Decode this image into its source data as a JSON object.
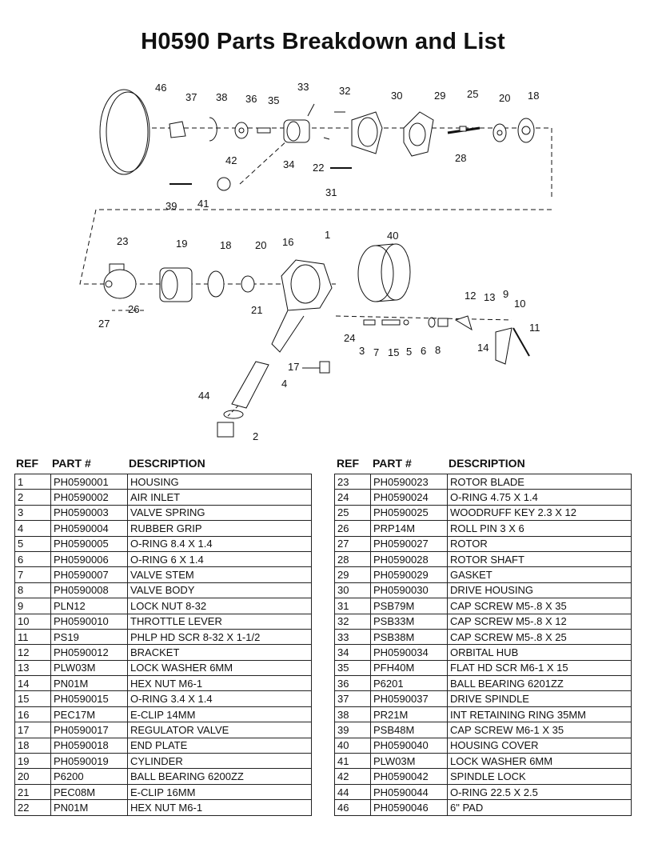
{
  "title": "H0590 Parts Breakdown and List",
  "diagram": {
    "callouts": [
      "46",
      "37",
      "38",
      "36",
      "35",
      "33",
      "32",
      "30",
      "29",
      "25",
      "20",
      "18",
      "42",
      "34",
      "22",
      "28",
      "31",
      "39",
      "41",
      "23",
      "19",
      "18",
      "20",
      "16",
      "1",
      "40",
      "27",
      "26",
      "21",
      "12",
      "13",
      "9",
      "10",
      "11",
      "24",
      "3",
      "7",
      "15",
      "5",
      "6",
      "8",
      "14",
      "17",
      "4",
      "44",
      "2"
    ]
  },
  "table_headers": {
    "ref": "REF",
    "part": "PART #",
    "description": "DESCRIPTION"
  },
  "parts_left": [
    {
      "ref": "1",
      "part": "PH0590001",
      "desc": "HOUSING"
    },
    {
      "ref": "2",
      "part": "PH0590002",
      "desc": "AIR INLET"
    },
    {
      "ref": "3",
      "part": "PH0590003",
      "desc": "VALVE SPRING"
    },
    {
      "ref": "4",
      "part": "PH0590004",
      "desc": "RUBBER GRIP"
    },
    {
      "ref": "5",
      "part": "PH0590005",
      "desc": "O-RING 8.4 X 1.4"
    },
    {
      "ref": "6",
      "part": "PH0590006",
      "desc": "O-RING 6 X 1.4"
    },
    {
      "ref": "7",
      "part": "PH0590007",
      "desc": "VALVE STEM"
    },
    {
      "ref": "8",
      "part": "PH0590008",
      "desc": "VALVE BODY"
    },
    {
      "ref": "9",
      "part": "PLN12",
      "desc": "LOCK NUT 8-32"
    },
    {
      "ref": "10",
      "part": "PH0590010",
      "desc": "THROTTLE LEVER"
    },
    {
      "ref": "11",
      "part": "PS19",
      "desc": "PHLP HD SCR 8-32 X 1-1/2"
    },
    {
      "ref": "12",
      "part": "PH0590012",
      "desc": "BRACKET"
    },
    {
      "ref": "13",
      "part": "PLW03M",
      "desc": "LOCK WASHER 6MM"
    },
    {
      "ref": "14",
      "part": "PN01M",
      "desc": "HEX NUT M6-1"
    },
    {
      "ref": "15",
      "part": "PH0590015",
      "desc": "O-RING  3.4 X 1.4"
    },
    {
      "ref": "16",
      "part": "PEC17M",
      "desc": "E-CLIP 14MM"
    },
    {
      "ref": "17",
      "part": "PH0590017",
      "desc": "REGULATOR VALVE"
    },
    {
      "ref": "18",
      "part": "PH0590018",
      "desc": "END PLATE"
    },
    {
      "ref": "19",
      "part": "PH0590019",
      "desc": "CYLINDER"
    },
    {
      "ref": "20",
      "part": "P6200",
      "desc": "BALL BEARING 6200ZZ"
    },
    {
      "ref": "21",
      "part": "PEC08M",
      "desc": "E-CLIP 16MM"
    },
    {
      "ref": "22",
      "part": "PN01M",
      "desc": "HEX NUT M6-1"
    }
  ],
  "parts_right": [
    {
      "ref": "23",
      "part": "PH0590023",
      "desc": "ROTOR BLADE"
    },
    {
      "ref": "24",
      "part": "PH0590024",
      "desc": "O-RING 4.75 X 1.4"
    },
    {
      "ref": "25",
      "part": "PH0590025",
      "desc": "WOODRUFF KEY 2.3 X 12"
    },
    {
      "ref": "26",
      "part": "PRP14M",
      "desc": "ROLL PIN 3 X 6"
    },
    {
      "ref": "27",
      "part": "PH0590027",
      "desc": "ROTOR"
    },
    {
      "ref": "28",
      "part": "PH0590028",
      "desc": "ROTOR SHAFT"
    },
    {
      "ref": "29",
      "part": "PH0590029",
      "desc": "GASKET"
    },
    {
      "ref": "30",
      "part": "PH0590030",
      "desc": "DRIVE HOUSING"
    },
    {
      "ref": "31",
      "part": "PSB79M",
      "desc": "CAP SCREW M5-.8 X 35"
    },
    {
      "ref": "32",
      "part": "PSB33M",
      "desc": "CAP SCREW M5-.8 X 12"
    },
    {
      "ref": "33",
      "part": "PSB38M",
      "desc": "CAP SCREW M5-.8 X 25"
    },
    {
      "ref": "34",
      "part": "PH0590034",
      "desc": "ORBITAL HUB"
    },
    {
      "ref": "35",
      "part": "PFH40M",
      "desc": "FLAT HD SCR M6-1 X 15"
    },
    {
      "ref": "36",
      "part": "P6201",
      "desc": "BALL BEARING 6201ZZ"
    },
    {
      "ref": "37",
      "part": "PH0590037",
      "desc": "DRIVE SPINDLE"
    },
    {
      "ref": "38",
      "part": "PR21M",
      "desc": "INT RETAINING RING 35MM"
    },
    {
      "ref": "39",
      "part": "PSB48M",
      "desc": "CAP SCREW M6-1 X 35"
    },
    {
      "ref": "40",
      "part": "PH0590040",
      "desc": "HOUSING COVER"
    },
    {
      "ref": "41",
      "part": "PLW03M",
      "desc": "LOCK WASHER 6MM"
    },
    {
      "ref": "42",
      "part": "PH0590042",
      "desc": "SPINDLE LOCK"
    },
    {
      "ref": "44",
      "part": "PH0590044",
      "desc": "O-RING 22.5 X 2.5"
    },
    {
      "ref": "46",
      "part": "PH0590046",
      "desc": "6\" PAD"
    }
  ]
}
